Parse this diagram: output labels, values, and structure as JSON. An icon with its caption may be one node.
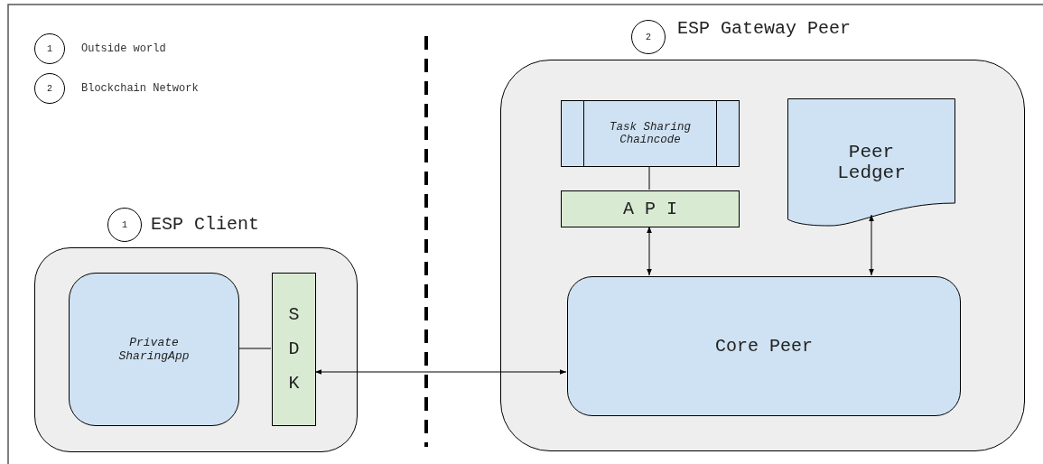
{
  "diagram": {
    "nodes": [
      {
        "text": [
          "1"
        ],
        "beside": [
          "Outside world"
        ]
      },
      {
        "text": [
          "2"
        ],
        "beside": [
          "Blockchain Network"
        ]
      },
      {
        "text": [
          "1"
        ]
      },
      {
        "text": [
          "ESP Client"
        ]
      },
      {
        "text": [
          "Private SharingApp"
        ],
        "in": 3
      },
      {
        "text": [
          "SDK"
        ],
        "in": 3
      },
      {
        "text": [
          "2"
        ]
      },
      {
        "text": [
          "ESP Gateway Peer"
        ]
      },
      {
        "text": [
          "Task Sharing Chaincode"
        ],
        "in": 7
      },
      {
        "text": [
          "API"
        ],
        "in": 7
      },
      {
        "text": [
          "Peer Ledger"
        ],
        "in": 7
      },
      {
        "text": [
          "Core Peer"
        ],
        "in": 7
      }
    ],
    "edges": [
      {
        "from": 4,
        "to": 5,
        "arrow": "none"
      },
      {
        "from": 5,
        "to": 11,
        "arrow": "both"
      },
      {
        "from": 8,
        "to": 9,
        "arrow": "none"
      },
      {
        "from": 9,
        "to": 11,
        "arrow": "both"
      },
      {
        "from": 10,
        "to": 11,
        "arrow": "both"
      }
    ]
  }
}
